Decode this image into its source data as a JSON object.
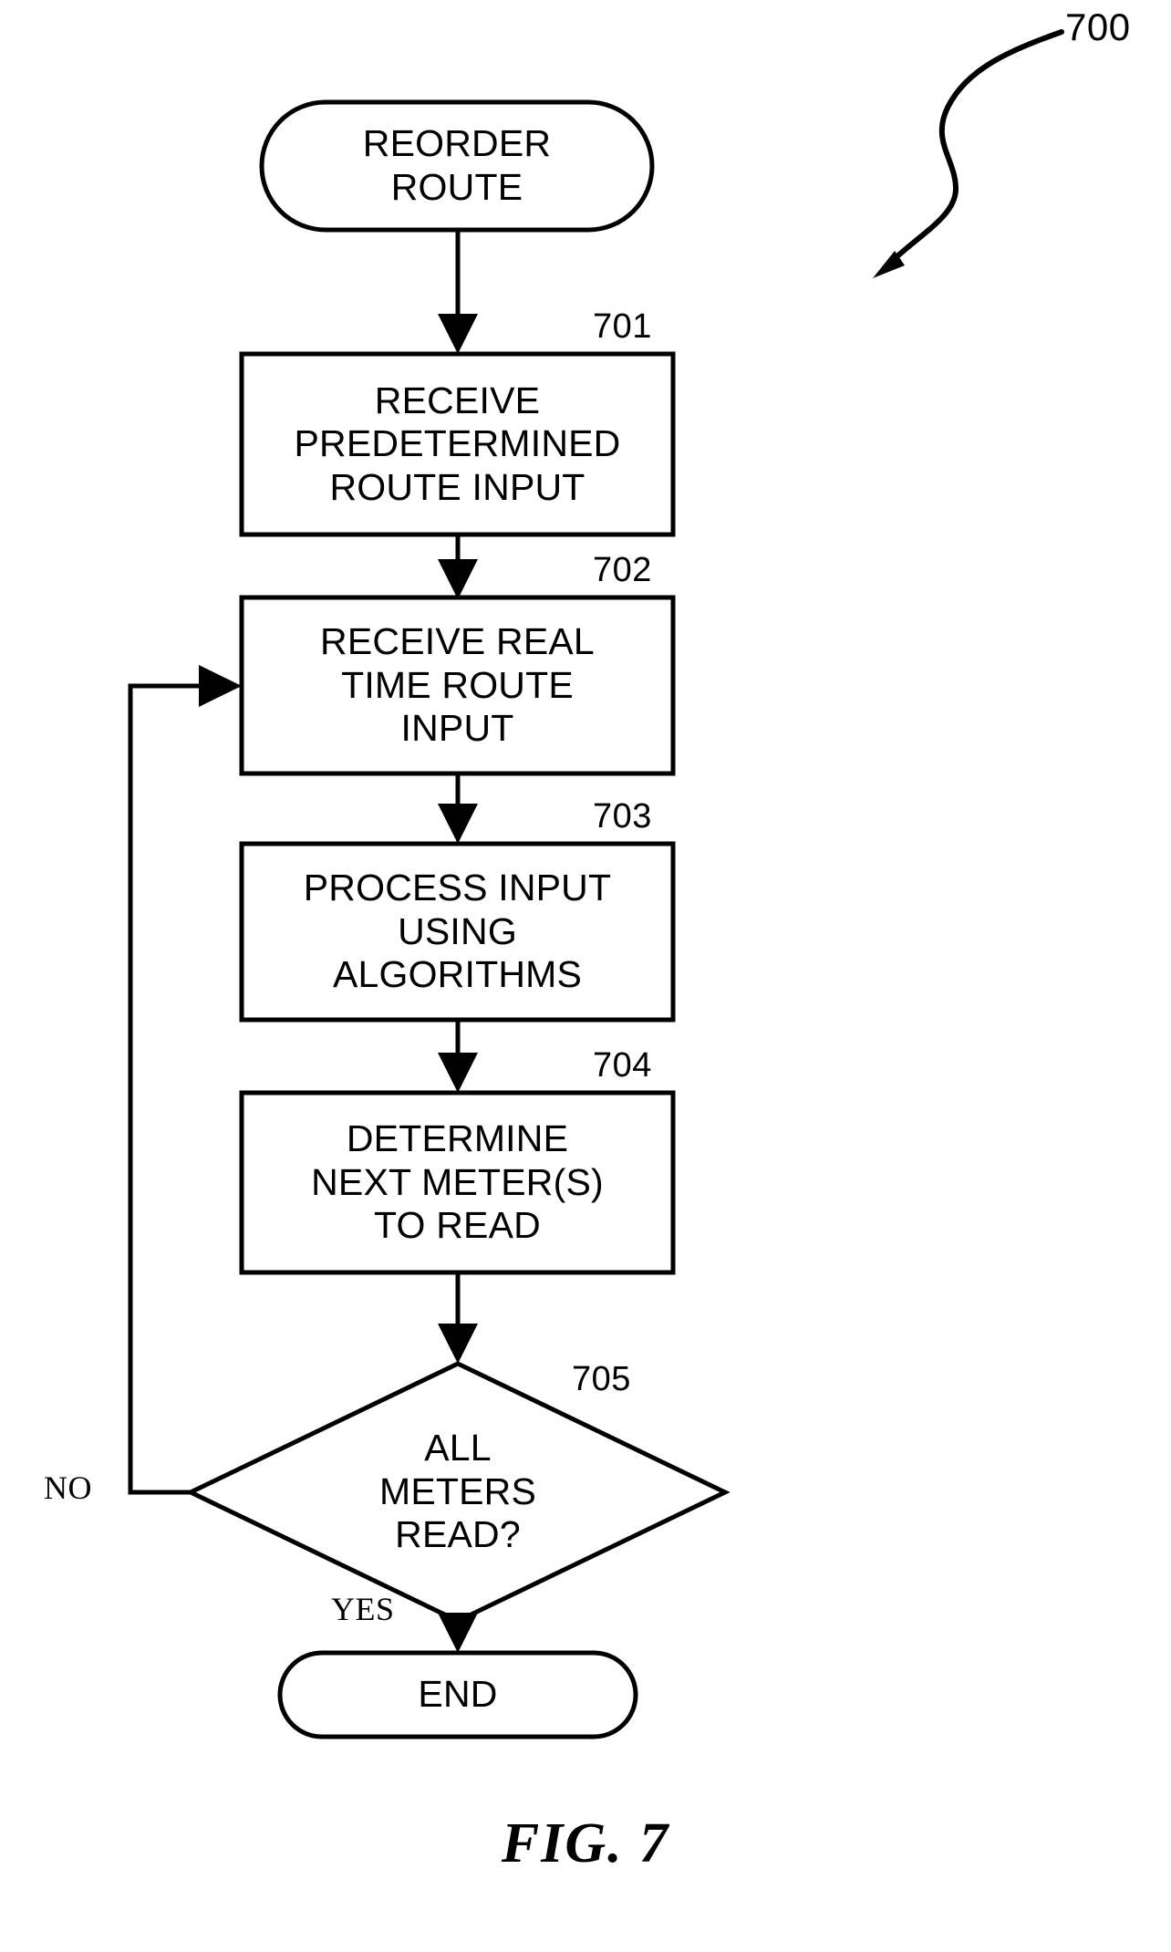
{
  "figure": {
    "caption": "FIG. 7",
    "diagram_ref": "700",
    "type": "flowchart",
    "title_node": "REORDER ROUTE"
  },
  "nodes": {
    "start": {
      "shape": "terminator",
      "label": "REORDER\nROUTE",
      "line1": "REORDER",
      "line2": "ROUTE"
    },
    "step701": {
      "shape": "process",
      "ref": "701",
      "line1": "RECEIVE",
      "line2": "PREDETERMINED",
      "line3": "ROUTE INPUT"
    },
    "step702": {
      "shape": "process",
      "ref": "702",
      "line1": "RECEIVE REAL",
      "line2": "TIME ROUTE",
      "line3": "INPUT"
    },
    "step703": {
      "shape": "process",
      "ref": "703",
      "line1": "PROCESS INPUT",
      "line2": "USING",
      "line3": "ALGORITHMS"
    },
    "step704": {
      "shape": "process",
      "ref": "704",
      "line1": "DETERMINE",
      "line2": "NEXT METER(S)",
      "line3": "TO READ"
    },
    "decision705": {
      "shape": "decision",
      "ref": "705",
      "line1": "ALL",
      "line2": "METERS",
      "line3": "READ?"
    },
    "end": {
      "shape": "terminator",
      "label": "END"
    }
  },
  "branches": {
    "no_label": "NO",
    "yes_label": "YES"
  },
  "colors": {
    "ink": "#000000",
    "paper": "#ffffff"
  }
}
